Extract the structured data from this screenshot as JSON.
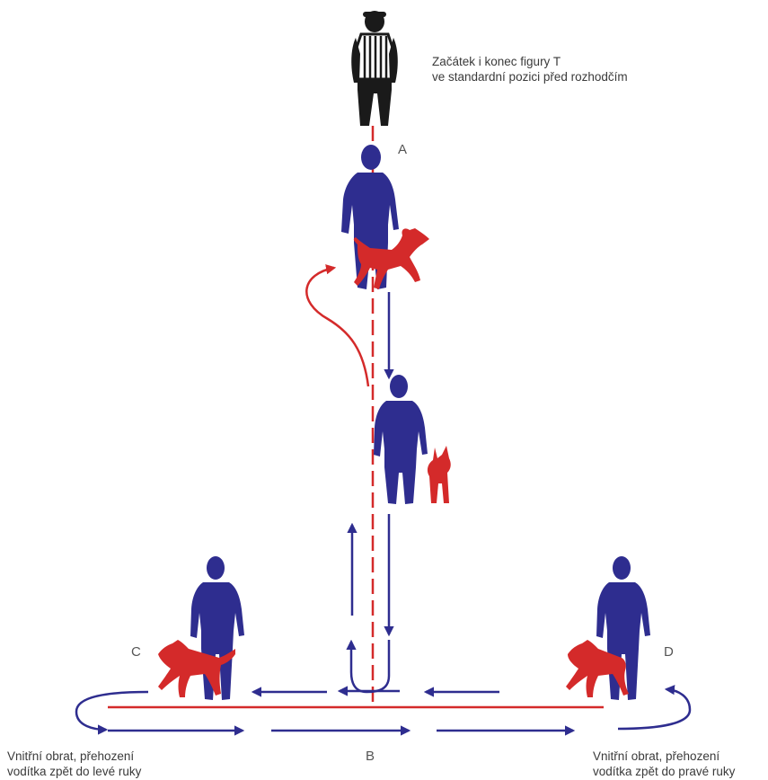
{
  "labels": {
    "start_line1": "Začátek i konec figury T",
    "start_line2": "ve standardní pozici před rozhodčím",
    "point_a": "A",
    "point_b": "B",
    "point_c": "C",
    "point_d": "D",
    "left_line1": "Vnitřní obrat, přehození",
    "left_line2": "vodítka zpět do levé ruky",
    "right_line1": "Vnitřní obrat, přehození",
    "right_line2": "vodítka zpět do pravé ruky"
  },
  "colors": {
    "handler": "#2e2d8f",
    "dog": "#d42a2a",
    "judge": "#1a1a1a",
    "text": "#3a3a3a"
  }
}
